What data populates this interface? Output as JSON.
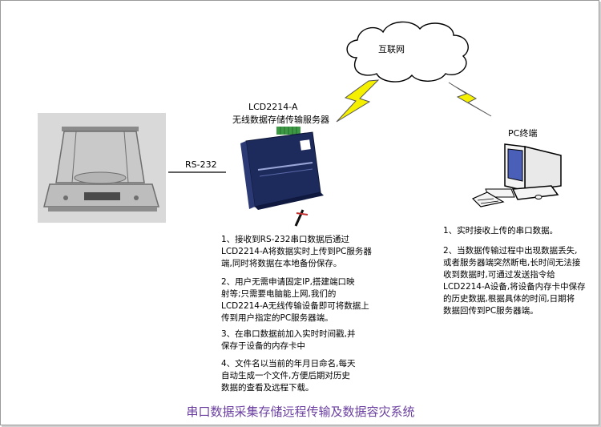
{
  "title": "串口数据采集存储远程传输及数据容灾系统",
  "cloud_label": "互联网",
  "device": {
    "model": "LCD2214-A",
    "name": "无线数据存储传输服务器"
  },
  "link_label": "RS-232",
  "pc_label": "PC终端",
  "left_notes": [
    "1、接收到RS-232串口数据后通过\nLCD2214-A将数据实时上传到PC服务器\n端,同时将数据在本地备份保存。",
    "2、用户无需申请固定IP,搭建端口映\n射等;只需要电脑能上网,我们的\nLCD2214-A无线传输设备即可将数据上\n传到用户指定的PC服务器端。",
    "3、在串口数据前加入实时时间戳,并\n保存于设备的内存卡中",
    "4、文件名以当前的年月日命名,每天\n自动生成一个文件,方便后期对历史\n数据的查看及远程下载。"
  ],
  "right_notes": [
    "1、实时接收上传的串口数据。",
    "2、当数据传输过程中出现数据丢失,\n或者服务器端突然断电,长时间无法接\n收到数据时,可通过发送指令给\nLCD2214-A设备,将设备内存卡中保存\n的历史数据,根据具体的时间,日期将\n数据回传到PC服务器端。"
  ],
  "colors": {
    "title": "#6a3fa0",
    "lightning_fill": "#f5f000",
    "device_body": "#1d2a5c",
    "terminal_green": "#3c9a45"
  }
}
